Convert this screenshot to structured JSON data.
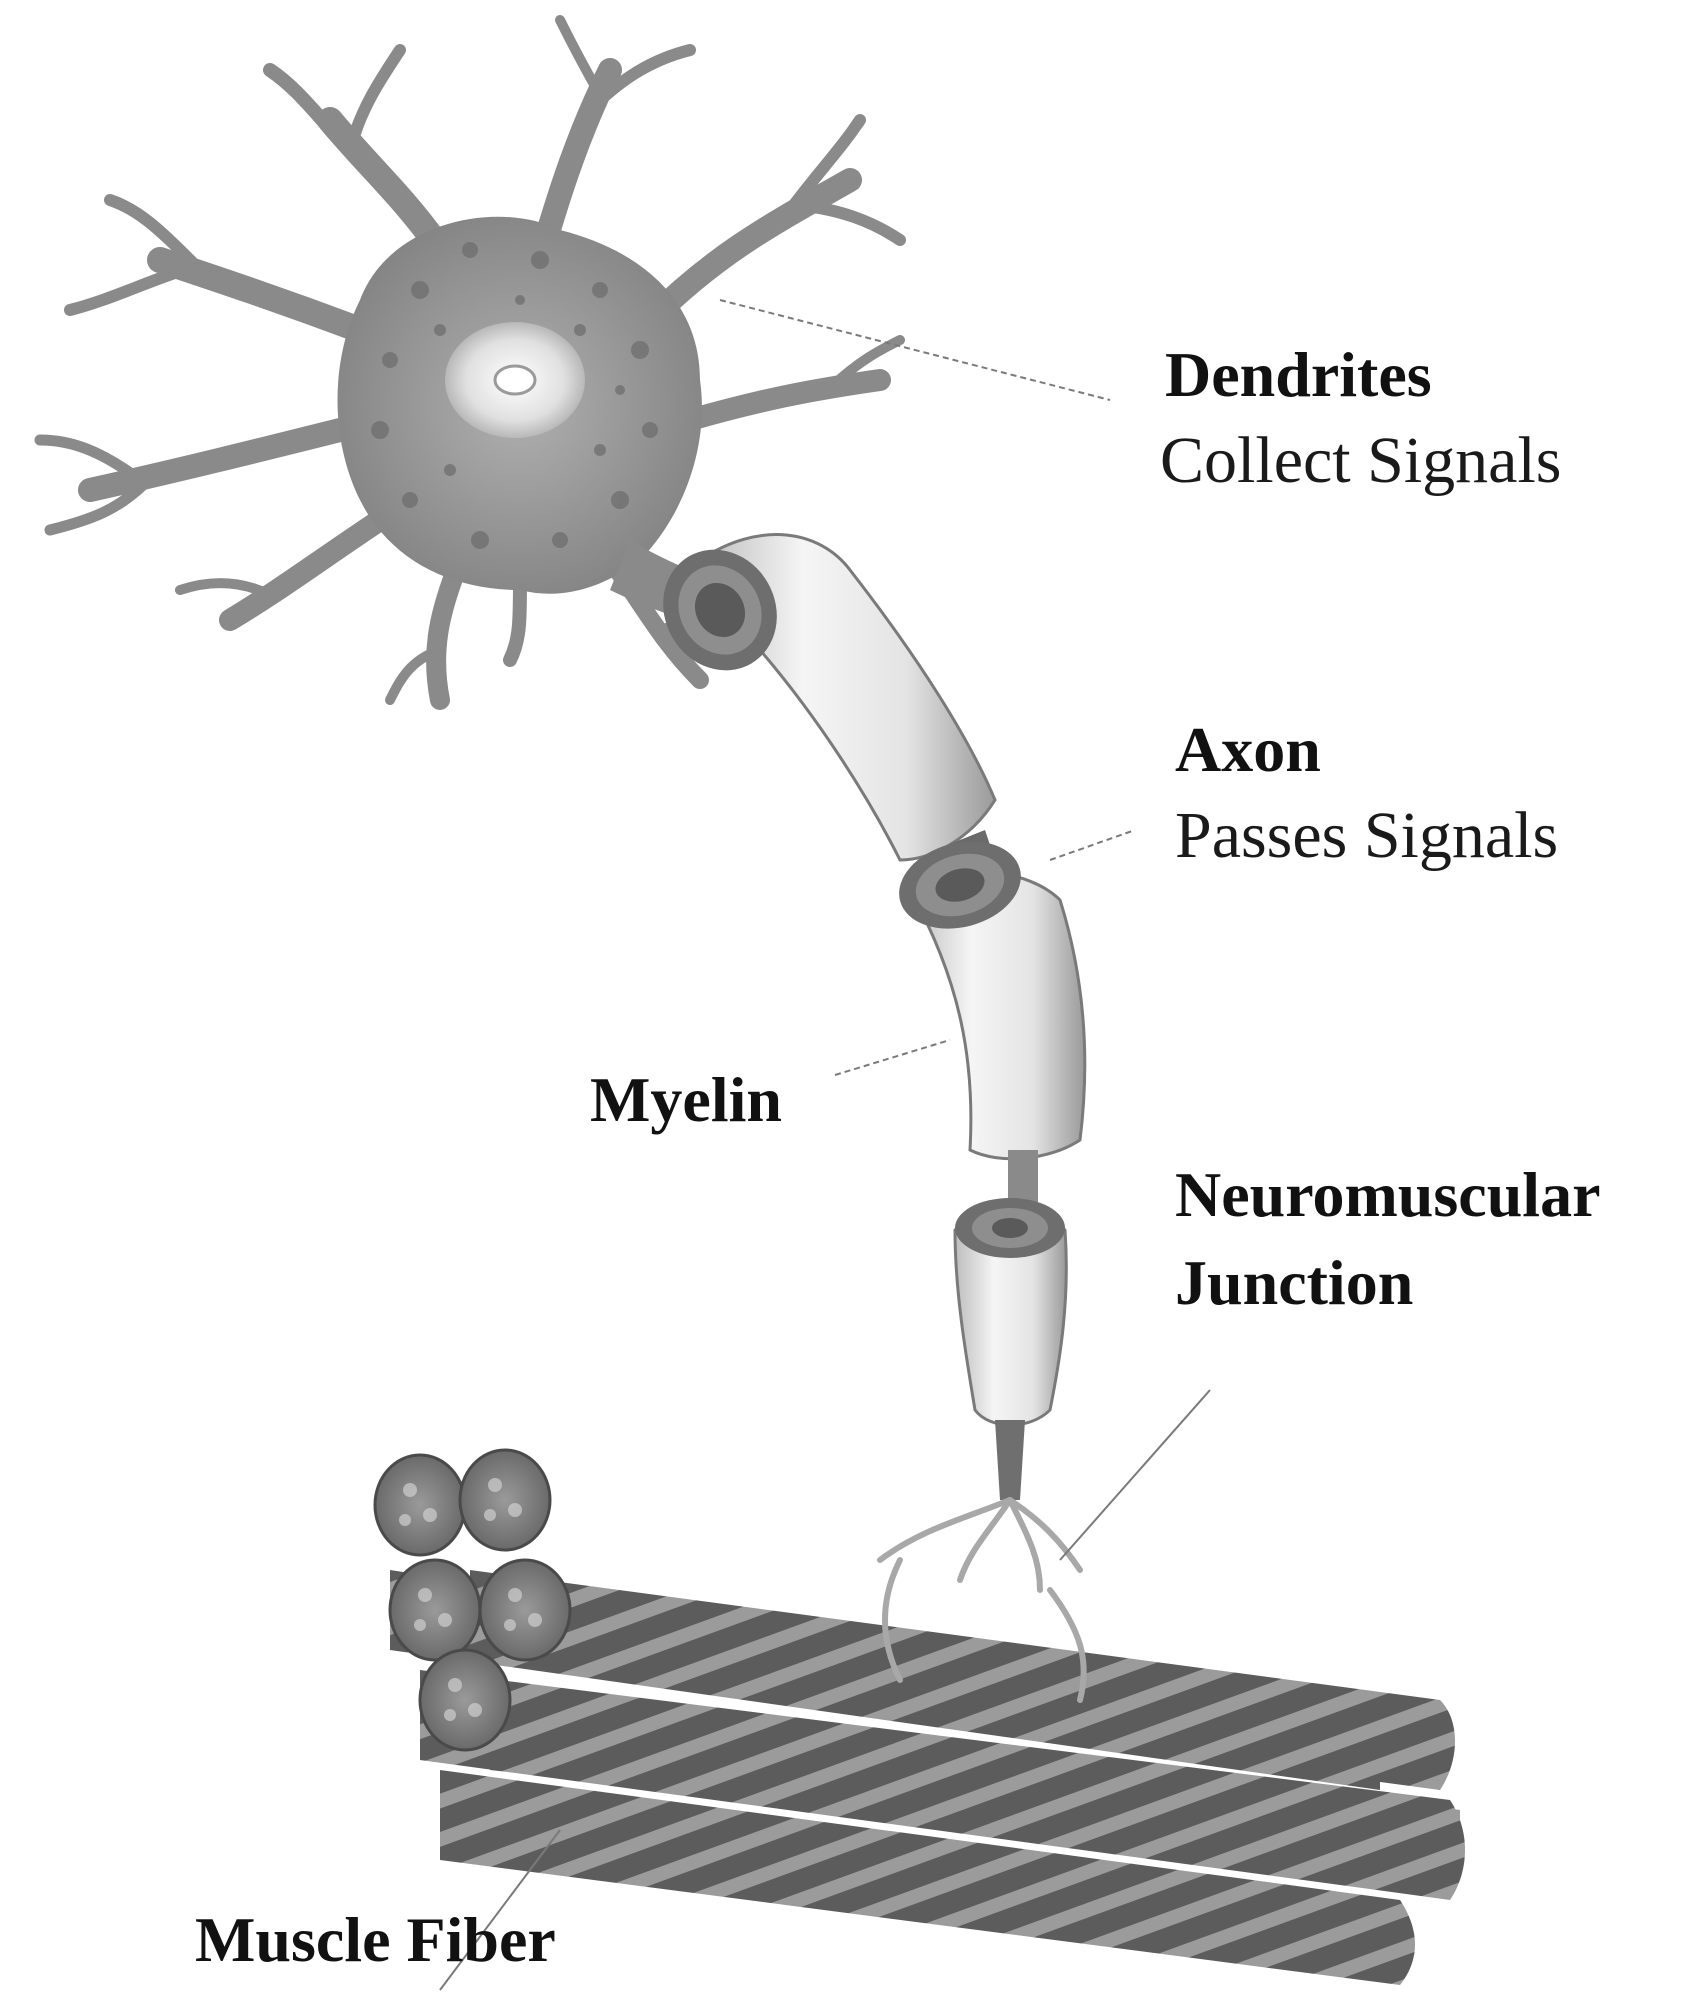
{
  "labels": {
    "dendrites": {
      "title": "Dendrites",
      "desc": "Collect Signals"
    },
    "axon": {
      "title": "Axon",
      "desc": "Passes Signals"
    },
    "myelin": {
      "title": "Myelin"
    },
    "junction": {
      "line1": "Neuromuscular",
      "line2": "Junction"
    },
    "muscle": {
      "title": "Muscle Fiber"
    }
  },
  "colors": {
    "cell_body": "#8f8f8f",
    "nucleus": "#e6e6e6",
    "myelin": "#e8e8e8",
    "muscle_dark": "#5a5a5a",
    "muscle_light": "#9a9a9a",
    "leader_line": "#777777"
  }
}
